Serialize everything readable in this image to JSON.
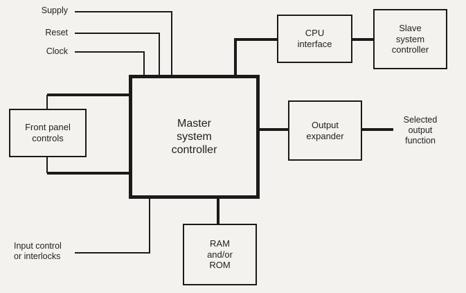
{
  "blocks": {
    "master": [
      "Master",
      "system",
      "controller"
    ],
    "cpu_interface": [
      "CPU",
      "interface"
    ],
    "slave": [
      "Slave",
      "system",
      "controller"
    ],
    "front_panel": [
      "Front panel",
      "controls"
    ],
    "output_expander": [
      "Output",
      "expander"
    ],
    "memory": [
      "RAM",
      "and/or",
      "ROM"
    ]
  },
  "signals": {
    "supply": "Supply",
    "reset": "Reset",
    "clock": "Clock",
    "input_control": [
      "Input control",
      "or interlocks"
    ],
    "selected_output": [
      "Selected",
      "output",
      "function"
    ]
  }
}
